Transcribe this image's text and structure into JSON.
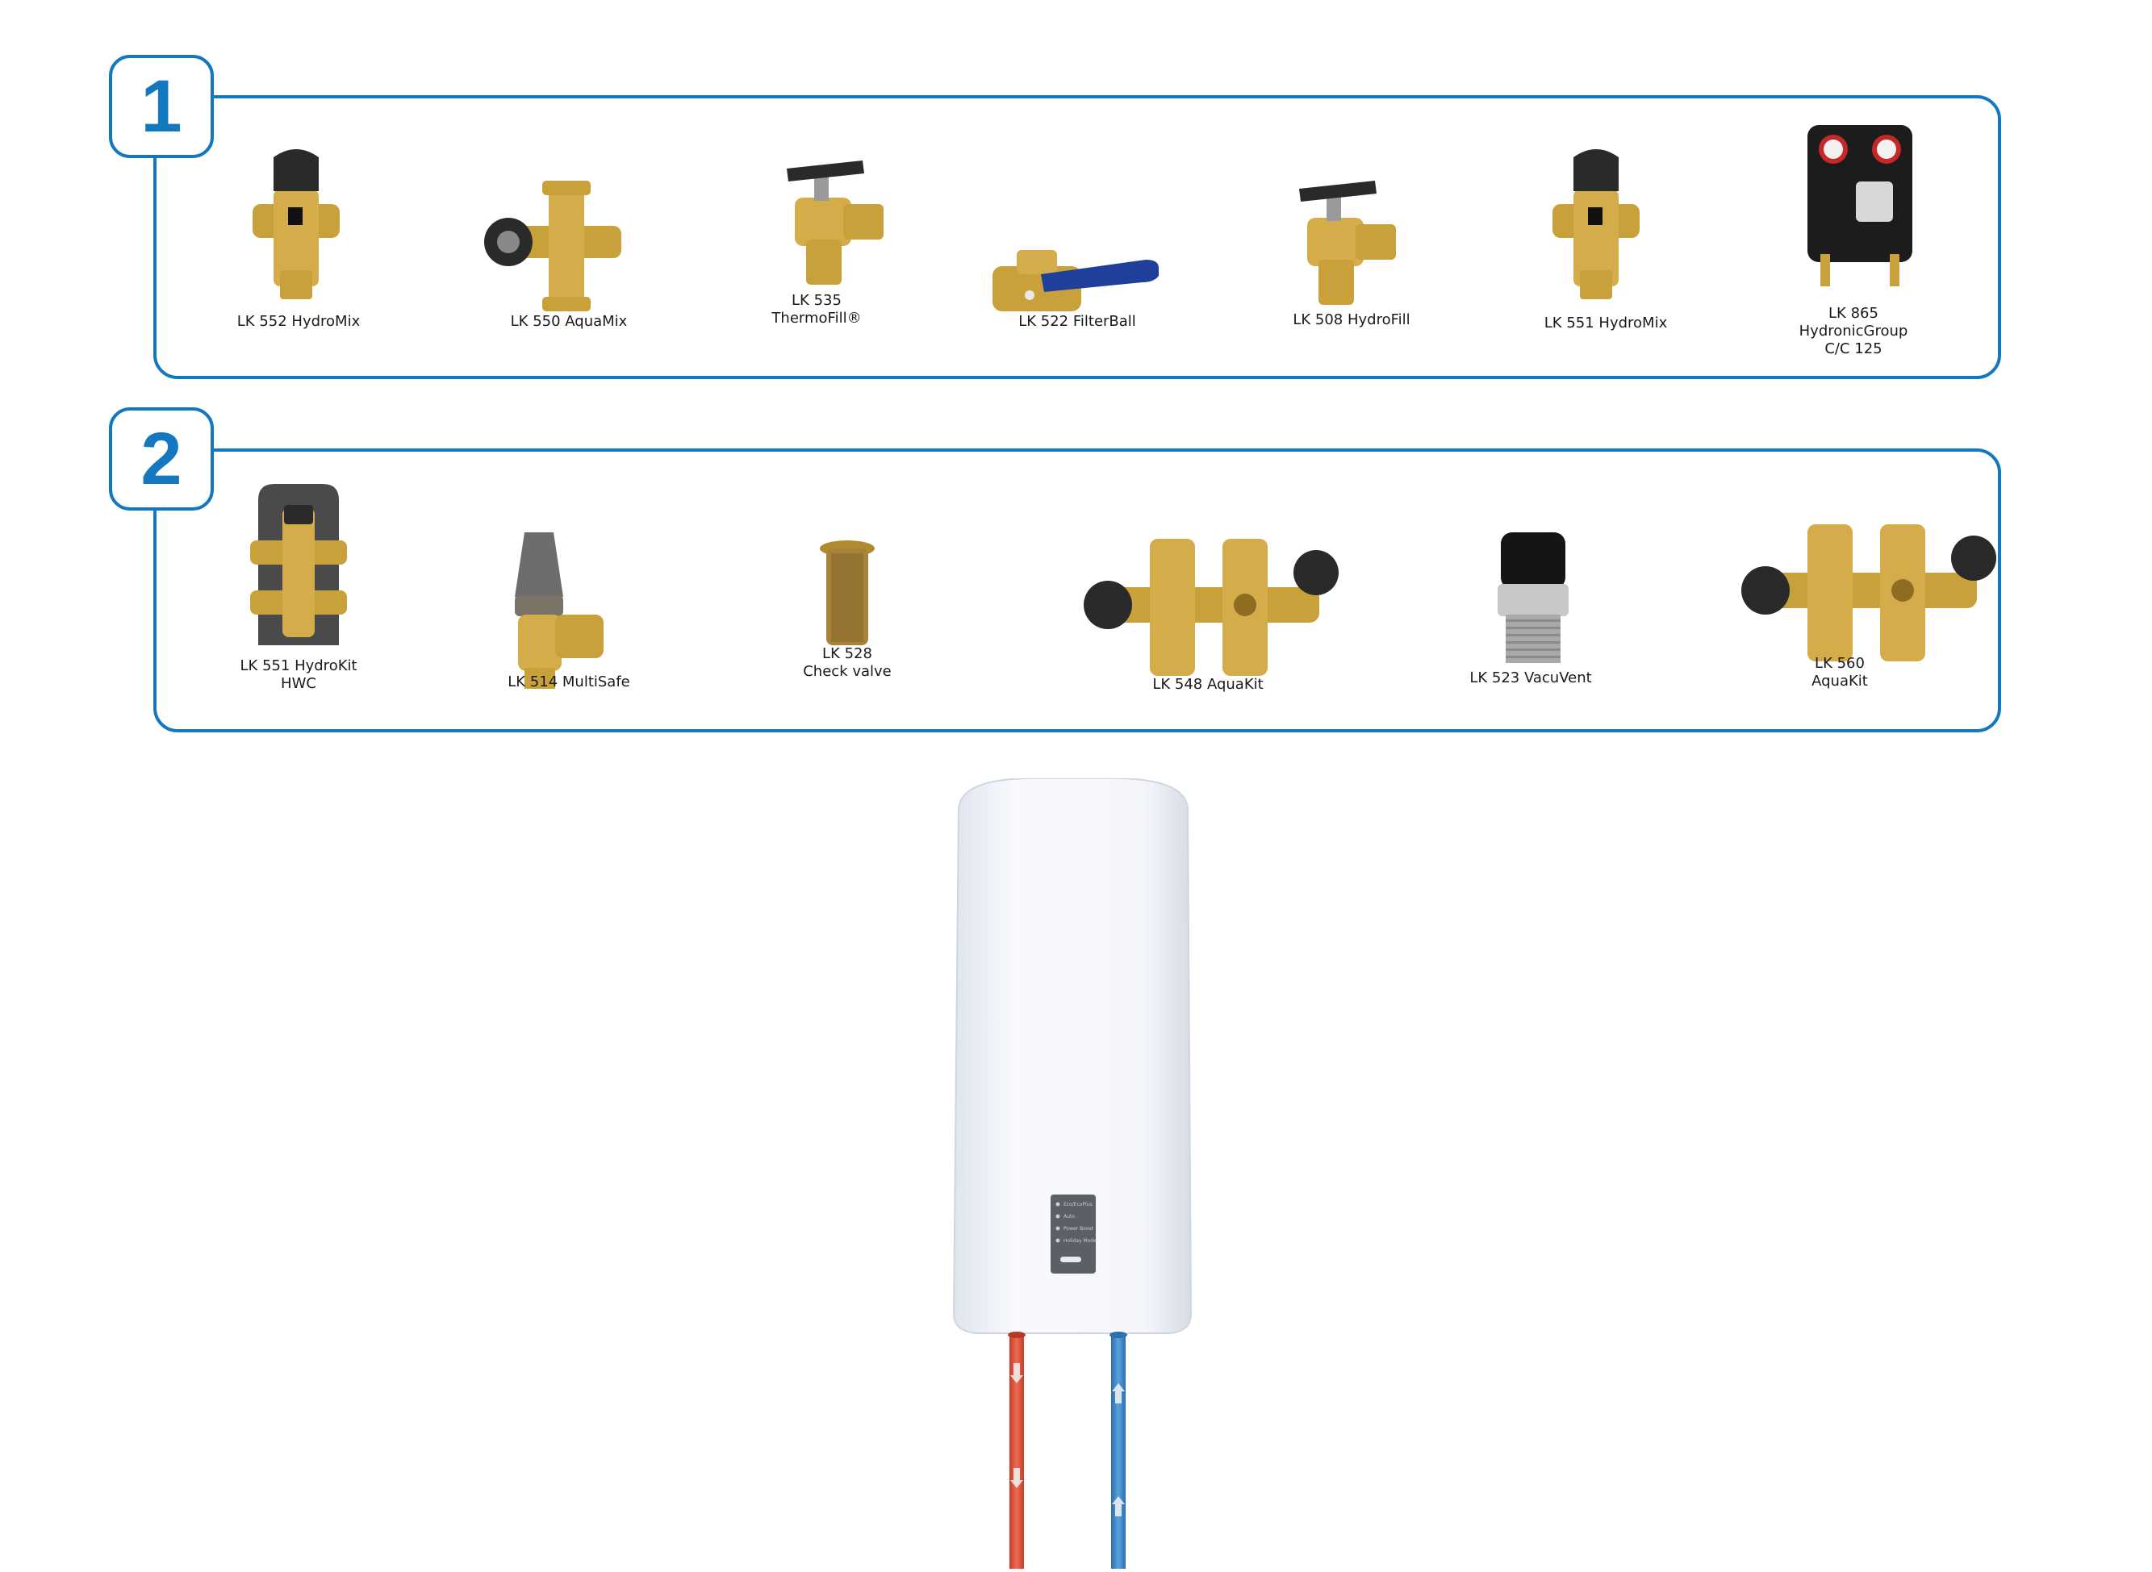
{
  "groups": [
    {
      "number": "1",
      "products": [
        {
          "lines": [
            "LK 552 HydroMix"
          ],
          "icon": "thermostatic-mixing-valve-icon"
        },
        {
          "lines": [
            "LK 550 AquaMix"
          ],
          "icon": "mixing-valve-icon"
        },
        {
          "lines": [
            "LK 535",
            "ThermoFill®"
          ],
          "icon": "fill-valve-icon"
        },
        {
          "lines": [
            "LK 522 FilterBall"
          ],
          "icon": "ball-valve-icon"
        },
        {
          "lines": [
            "LK 508 HydroFill"
          ],
          "icon": "fill-valve-icon"
        },
        {
          "lines": [
            "LK 551 HydroMix"
          ],
          "icon": "thermostatic-mixing-valve-icon"
        },
        {
          "lines": [
            "LK 865",
            "HydronicGroup",
            "C/C 125"
          ],
          "icon": "pump-group-icon"
        }
      ]
    },
    {
      "number": "2",
      "products": [
        {
          "lines": [
            "LK 551 HydroKit",
            "HWC"
          ],
          "icon": "hydro-kit-icon"
        },
        {
          "lines": [
            "LK 514 MultiSafe"
          ],
          "icon": "safety-valve-icon"
        },
        {
          "lines": [
            "LK 528",
            "Check valve"
          ],
          "icon": "check-valve-icon"
        },
        {
          "lines": [
            "LK 548 AquaKit"
          ],
          "icon": "aqua-kit-icon"
        },
        {
          "lines": [
            "LK 523 VacuVent"
          ],
          "icon": "vacuum-vent-icon"
        },
        {
          "lines": [
            "LK 560",
            "AquaKit"
          ],
          "icon": "aqua-kit-icon"
        }
      ]
    }
  ],
  "heater": {
    "panel_lines": [
      "Eco/EcoPlus",
      "Auto",
      "Power Boost",
      "Holiday Mode"
    ],
    "icon": "water-heater-icon"
  },
  "colors": {
    "accent": "#1478c1",
    "brass": "#c9a13b",
    "knob": "#2a2a2a",
    "hot_pipe": "#e0533b",
    "cold_pipe": "#3a86c8",
    "heater_body": "#eef1f6"
  }
}
